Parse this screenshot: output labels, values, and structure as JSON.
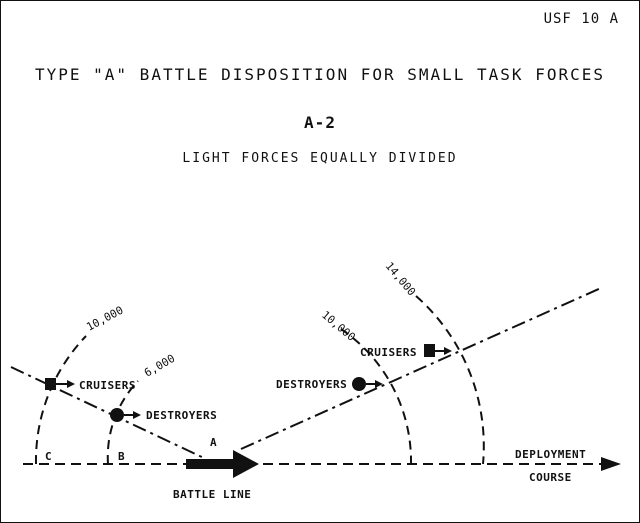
{
  "document_id": "USF 10 A",
  "title": "TYPE \"A\" BATTLE DISPOSITION FOR SMALL TASK FORCES",
  "plate": "A-2",
  "subtitle": "LIGHT FORCES EQUALLY DIVIDED",
  "labels": {
    "cruisers_left": "CRUISERS",
    "destroyers_left": "DESTROYERS",
    "cruisers_right": "CRUISERS",
    "destroyers_right": "DESTROYERS",
    "battle_line": "BATTLE LINE",
    "deployment": "DEPLOYMENT",
    "course": "COURSE",
    "point_a": "A",
    "point_b": "B",
    "point_c": "C"
  },
  "ranges": {
    "left_outer": "10,000",
    "left_inner": "6,000",
    "right_inner": "10,000",
    "right_outer": "14,000"
  }
}
